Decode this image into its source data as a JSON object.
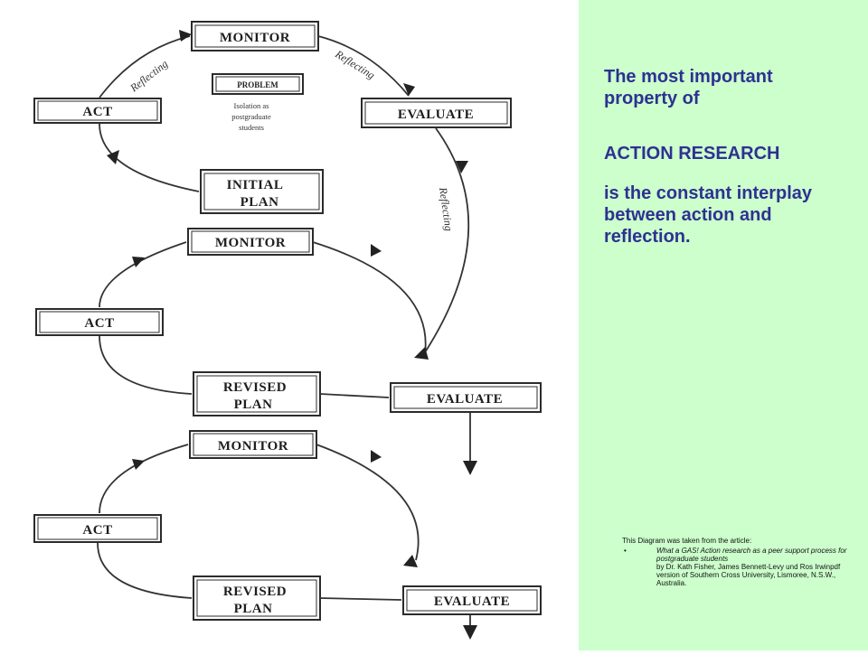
{
  "diagram": {
    "boxes": {
      "monitor_1": "MONITOR",
      "act_1": "ACT",
      "evaluate_1": "EVALUATE",
      "initial_plan_line1": "INITIAL",
      "initial_plan_line2": "PLAN",
      "monitor_2": "MONITOR",
      "act_2": "ACT",
      "revised_plan_1_line1": "REVISED",
      "revised_plan_1_line2": "PLAN",
      "evaluate_2": "EVALUATE",
      "monitor_3": "MONITOR",
      "act_3": "ACT",
      "revised_plan_2_line1": "REVISED",
      "revised_plan_2_line2": "PLAN",
      "evaluate_3": "EVALUATE"
    },
    "problem": {
      "title": "PROBLEM",
      "line1": "Isolation as",
      "line2": "postgraduate",
      "line3": "students"
    },
    "reflecting_label": "Reflecting"
  },
  "panel": {
    "headline_1": "The most important property of",
    "headline_2": "ACTION RESEARCH",
    "headline_3": "is the constant interplay between action and reflection.",
    "source_intro": "This Diagram was taken from the article:",
    "bullet": "•",
    "article_title": "What a GAS! Action research as a peer support process for postgraduate students",
    "article_authors": "by Dr. Kath Fisher, James Bennett-Levy und Ros Irwinpdf version of Southern Cross University, Lismoree, N.S.W., Australia.",
    "background_color": "#ccffcc",
    "headline_color": "#2e3192"
  }
}
